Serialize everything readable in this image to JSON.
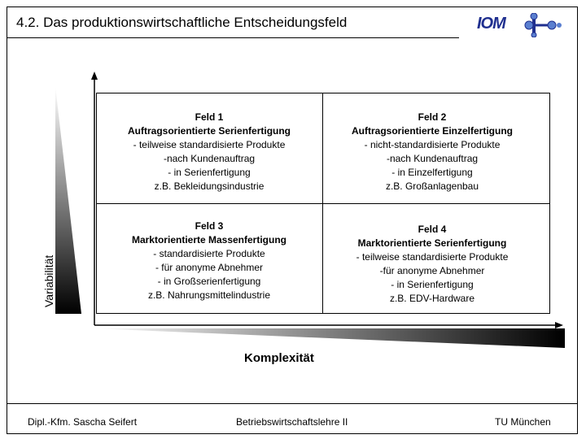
{
  "title": "4.2. Das produktionswirtschaftliche Entscheidungsfeld",
  "logo": {
    "text": "IOM",
    "icon": "iom-molecule-logo"
  },
  "axes": {
    "y_label": "Variabilität",
    "x_label": "Komplexität"
  },
  "fields": [
    {
      "heading": "Feld 1",
      "subtitle": "Auftragsorientierte Serienfertigung",
      "lines": [
        "- teilweise standardisierte Produkte",
        "-nach Kundenauftrag",
        "- in Serienfertigung",
        "z.B. Bekleidungsindustrie"
      ]
    },
    {
      "heading": "Feld 2",
      "subtitle": "Auftragsorientierte Einzelfertigung",
      "lines": [
        "- nicht-standardisierte Produkte",
        "-nach Kundenauftrag",
        "- in Einzelfertigung",
        "z.B. Großanlagenbau"
      ]
    },
    {
      "heading": "Feld 3",
      "subtitle": "Marktorientierte Massenfertigung",
      "lines": [
        "- standardisierte Produkte",
        "- für anonyme Abnehmer",
        "- in Großserienfertigung",
        "z.B. Nahrungsmittelindustrie"
      ]
    },
    {
      "heading": "Feld 4",
      "subtitle": "Marktorientierte Serienfertigung",
      "lines": [
        "- teilweise standardisierte Produkte",
        "-für anonyme Abnehmer",
        "- in Serienfertigung",
        "z.B. EDV-Hardware"
      ]
    }
  ],
  "footer": {
    "author": "Dipl.-Kfm. Sascha Seifert",
    "course": "Betriebswirtschaftslehre II",
    "university": "TU München"
  },
  "colors": {
    "logo": "#1f2f8f",
    "gradient_dark": "#000000",
    "gradient_light": "#ffffff"
  }
}
